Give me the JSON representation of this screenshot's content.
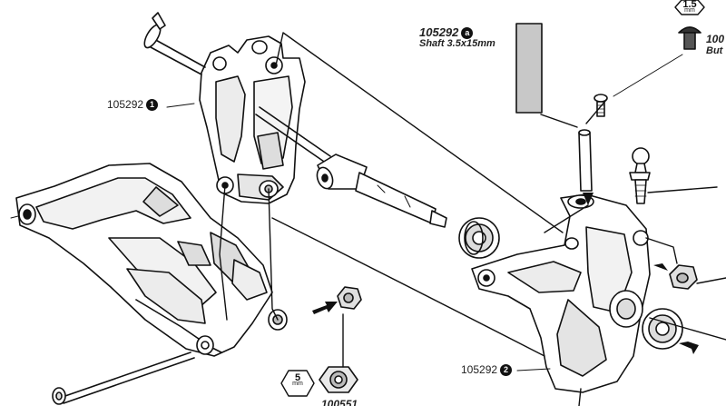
{
  "parts": {
    "hub_carrier_part": "105292",
    "hub_carrier_badge": "1",
    "knuckle_part": "105292",
    "knuckle_badge": "2",
    "shaft_part": "105292",
    "shaft_badge": "a",
    "shaft_desc": "Shaft 3.5x15mm",
    "screw_part": "100",
    "screw_desc": "But",
    "nut_part": "100551"
  },
  "tools": {
    "hex_top": {
      "size": "1.5",
      "unit": "mm"
    },
    "hex_bottom": {
      "size": "5",
      "unit": "mm"
    }
  },
  "colors": {
    "line": "#111111",
    "shaft_fill": "#c8c8c8",
    "part_fill": "#ffffff",
    "shade": "#dddddd"
  }
}
